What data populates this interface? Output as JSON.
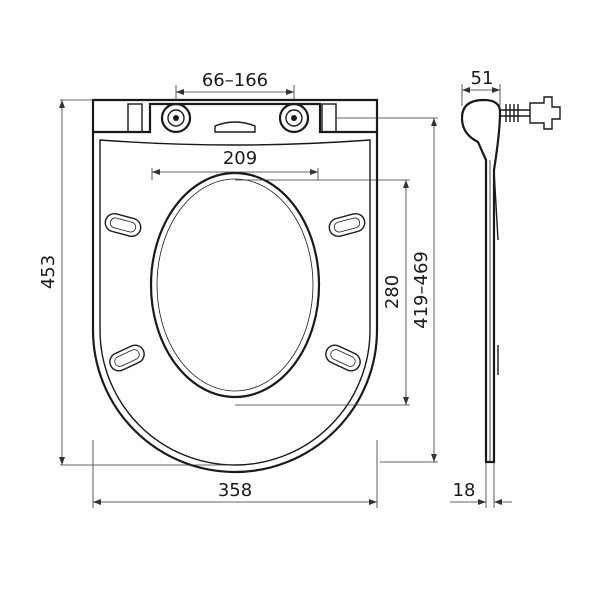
{
  "dimensions": {
    "hinge_spacing": "66–166",
    "inner_width": "209",
    "overall_length": "453",
    "inner_length": "280",
    "fixing_range": "419–469",
    "overall_width": "358",
    "side_depth": "51",
    "side_thickness": "18"
  }
}
